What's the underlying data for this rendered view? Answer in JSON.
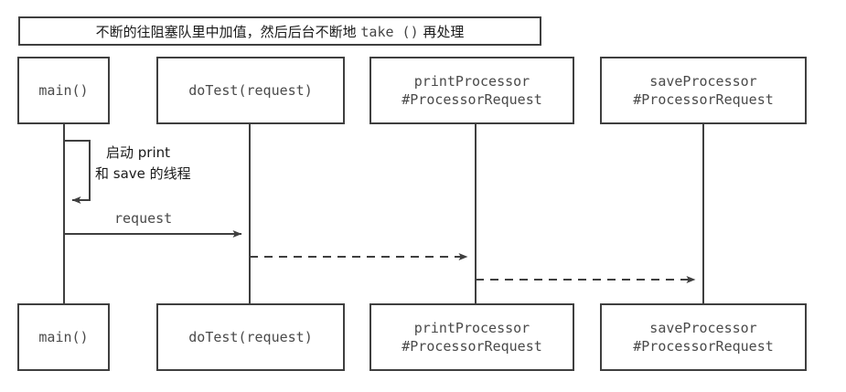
{
  "diagram": {
    "type": "uml-sequence-diagram",
    "note": {
      "text_part1": "不断的往阻塞队里中加值，然后后台不断地 ",
      "text_mono": "take ()",
      "text_part2": "  再处理",
      "full_text": "不断的往阻塞队里中加值，然后后台不断地 take ()  再处理"
    },
    "participants": [
      {
        "id": "main",
        "line1": "main()",
        "line2": ""
      },
      {
        "id": "doTest",
        "line1": "doTest(request)",
        "line2": ""
      },
      {
        "id": "printProcessor",
        "line1": "printProcessor",
        "line2": "#ProcessorRequest"
      },
      {
        "id": "saveProcessor",
        "line1": "saveProcessor",
        "line2": "#ProcessorRequest"
      }
    ],
    "messages": [
      {
        "id": "self-call",
        "kind": "self-call",
        "from": "main",
        "to": "main",
        "style": "solid",
        "label_line1": "启动 print",
        "label_line2": "和 save 的线程"
      },
      {
        "id": "request",
        "kind": "call",
        "from": "main",
        "to": "doTest",
        "style": "solid",
        "label": "request"
      },
      {
        "id": "print-return",
        "kind": "async",
        "from": "doTest",
        "to": "printProcessor",
        "style": "dashed",
        "label": ""
      },
      {
        "id": "save-return",
        "kind": "async",
        "from": "printProcessor",
        "to": "saveProcessor",
        "style": "dashed",
        "label": ""
      }
    ],
    "colors": {
      "stroke": "#3f3f3f",
      "text": "#4a4a4a",
      "cjk_text": "#1a1a1a",
      "background": "#ffffff"
    }
  }
}
